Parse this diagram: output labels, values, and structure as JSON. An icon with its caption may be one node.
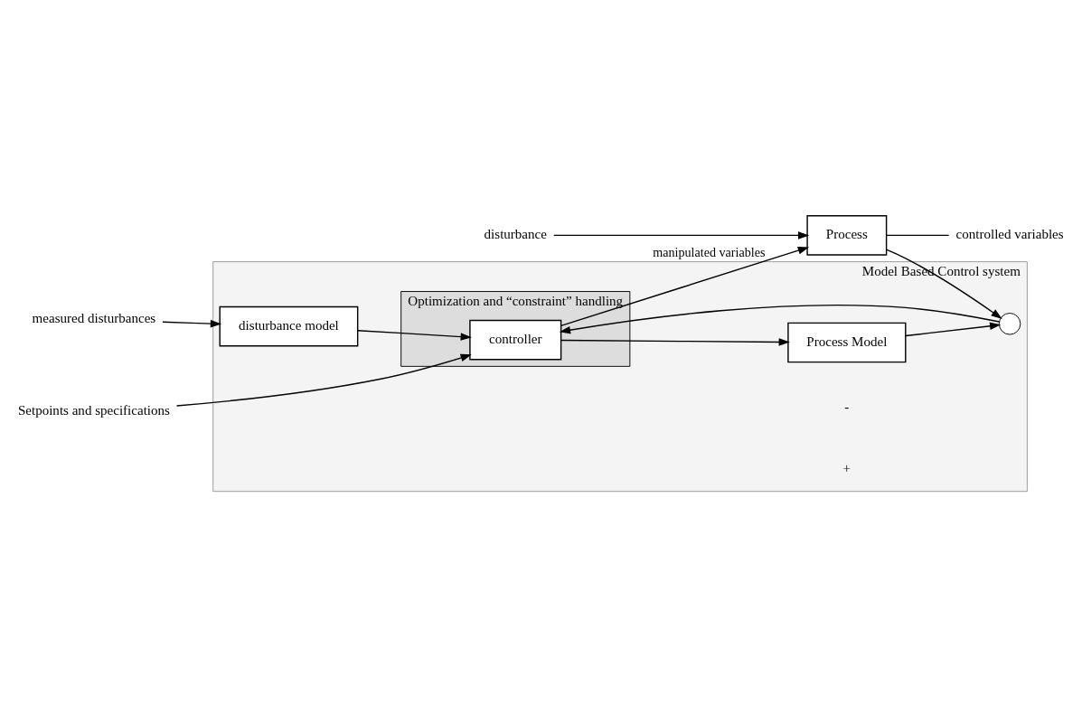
{
  "diagram": {
    "nodes": [
      {
        "text": [
          "disturbance"
        ]
      },
      {
        "text": [
          "Process"
        ]
      },
      {
        "text": [
          "controlled variables"
        ]
      },
      {
        "text": [
          "Model Based Control system"
        ]
      },
      {
        "text": [
          "measured disturbances"
        ]
      },
      {
        "text": [
          "disturbance model"
        ],
        "in": 3
      },
      {
        "text": [
          "Optimization and “constraint” handling"
        ],
        "in": 3
      },
      {
        "text": [
          "Setpoints and specifications"
        ]
      },
      {
        "text": [
          "controller"
        ],
        "in": 6
      },
      {
        "text": [
          "Process Model"
        ],
        "in": 3
      },
      {
        "text": [],
        "shape": "circle",
        "in": 3
      }
    ],
    "edges": [
      {
        "from": 0,
        "to": 1,
        "arrow": "to"
      },
      {
        "from": 8,
        "to": 1,
        "arrow": "to",
        "label": "manipulated variables"
      },
      {
        "from": 1,
        "to": 2,
        "arrow": "none"
      },
      {
        "from": 1,
        "to": 10,
        "arrow": "to"
      },
      {
        "from": 4,
        "to": 5,
        "arrow": "to"
      },
      {
        "from": 5,
        "to": 8,
        "arrow": "to"
      },
      {
        "from": 7,
        "to": 8,
        "arrow": "to"
      },
      {
        "from": 8,
        "to": 9,
        "arrow": "to"
      },
      {
        "from": 9,
        "to": 10,
        "arrow": "to"
      },
      {
        "from": 10,
        "to": 8,
        "arrow": "to"
      }
    ],
    "labels": [
      "-",
      "+"
    ]
  }
}
